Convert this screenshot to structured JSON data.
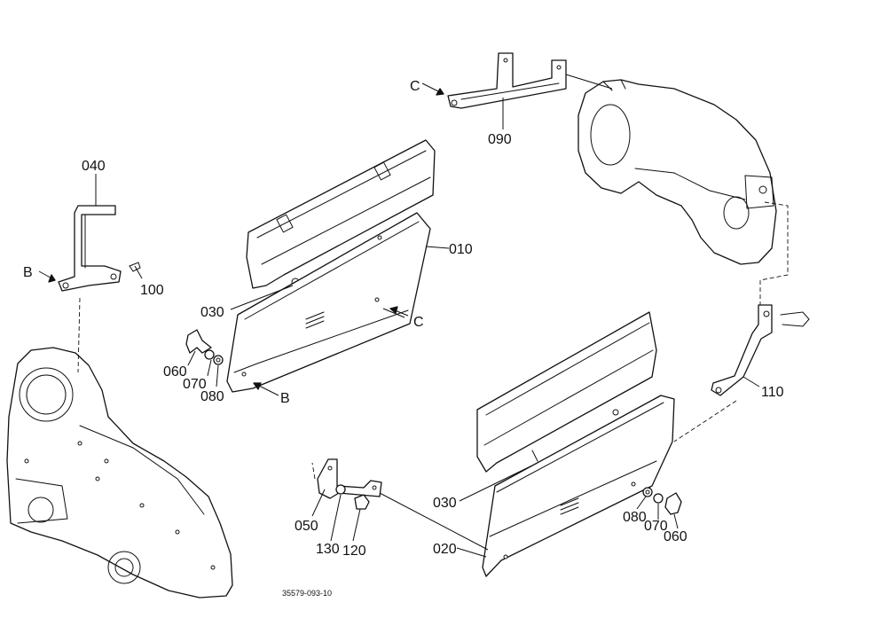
{
  "labels": {
    "p040": "040",
    "p100": "100",
    "p090": "090",
    "p010": "010",
    "p030_top": "030",
    "p060_left": "060",
    "p070_left": "070",
    "p080_left": "080",
    "p110": "110",
    "p030_bottom": "030",
    "p050": "050",
    "p130": "130",
    "p120": "120",
    "p020": "020",
    "p080_right": "080",
    "p070_right": "070",
    "p060_right": "060"
  },
  "refs": {
    "b_left": "B",
    "b_bottom": "B",
    "c_top": "C",
    "c_right": "C"
  },
  "drawing_code": "35579-093-10"
}
